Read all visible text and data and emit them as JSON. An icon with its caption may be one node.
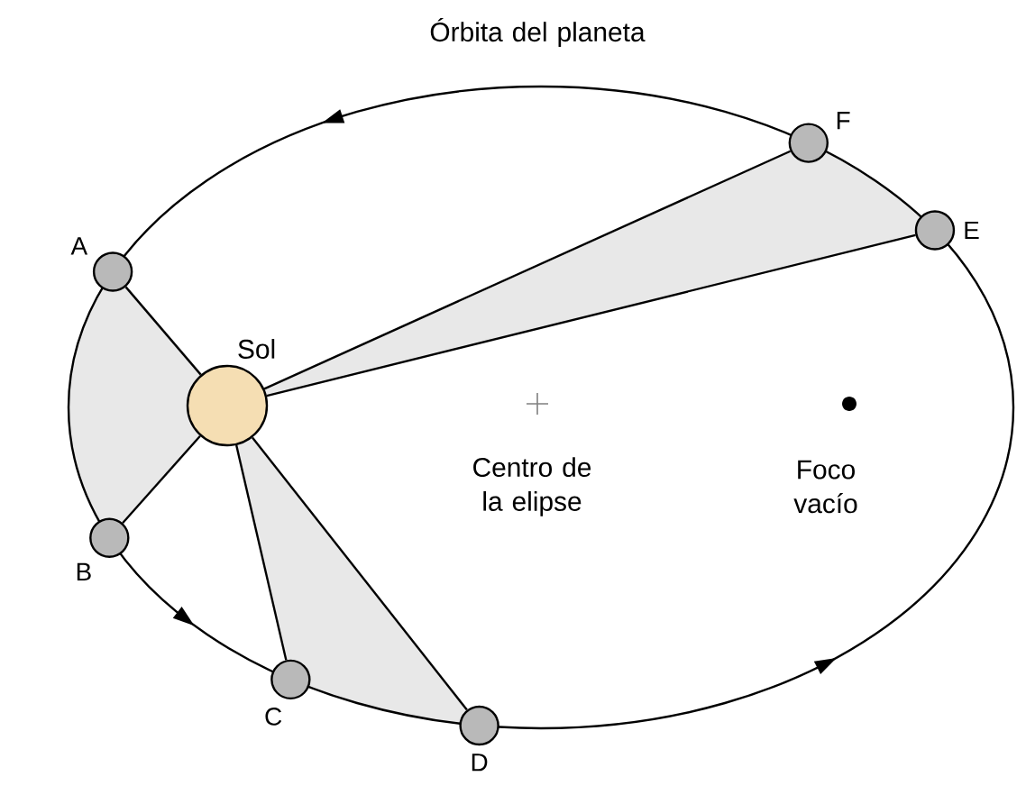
{
  "diagram": {
    "nodes": [
      {
        "text": [
          "Sol"
        ]
      },
      {
        "text": [
          "A"
        ]
      },
      {
        "text": [
          "B"
        ]
      },
      {
        "text": [
          "C"
        ]
      },
      {
        "text": [
          "D"
        ]
      },
      {
        "text": [
          "E"
        ]
      },
      {
        "text": [
          "F"
        ]
      }
    ],
    "edges": [
      {
        "from": 0,
        "to": 1,
        "arrow": "none"
      },
      {
        "from": 0,
        "to": 2,
        "arrow": "none"
      },
      {
        "from": 0,
        "to": 3,
        "arrow": "none"
      },
      {
        "from": 0,
        "to": 4,
        "arrow": "none"
      },
      {
        "from": 0,
        "to": 5,
        "arrow": "none"
      },
      {
        "from": 0,
        "to": 6,
        "arrow": "none"
      }
    ],
    "labels": [
      "Órbita del planeta",
      "Centro de la elipse",
      "Foco vacío"
    ]
  }
}
